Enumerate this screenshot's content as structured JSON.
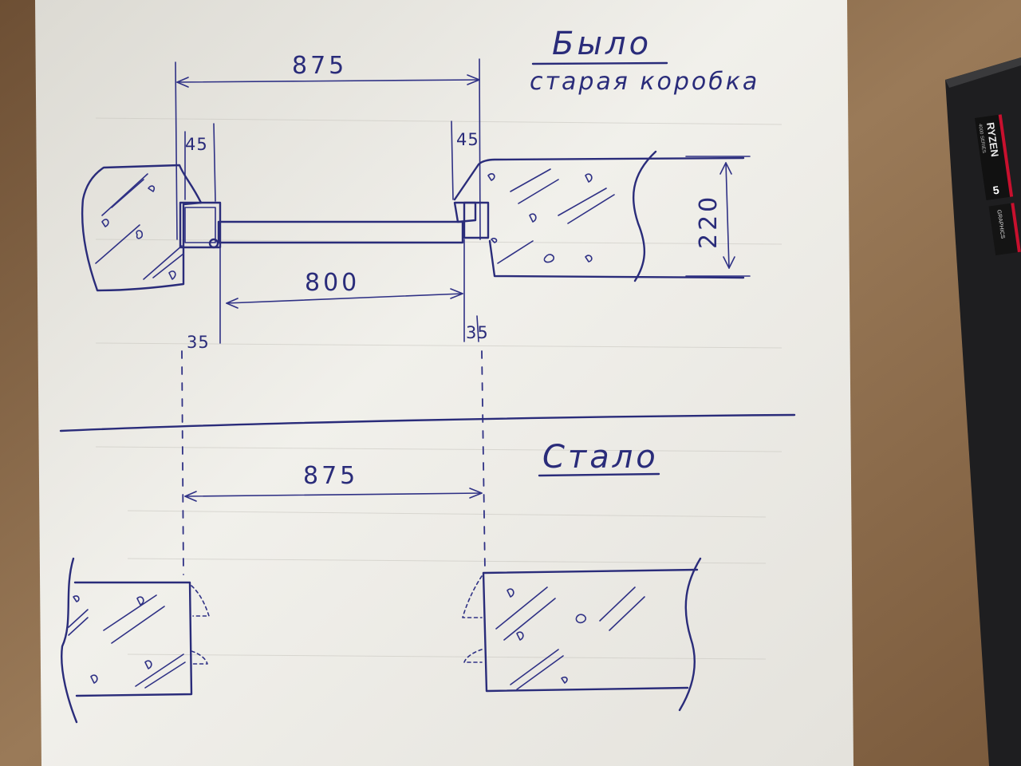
{
  "before": {
    "title": "Было",
    "subtitle": "старая коробка",
    "overall_width": "875",
    "left_frame_width": "45",
    "right_frame_width": "45",
    "door_width": "800",
    "left_casing": "35",
    "right_casing": "35",
    "wall_thickness": "220"
  },
  "after": {
    "title": "Стало",
    "overall_width": "875"
  },
  "laptop": {
    "sticker_brand": "RYZEN",
    "sticker_series": "4000 SERIES",
    "sticker_number": "5",
    "sticker_graphics": "GRAPHICS"
  },
  "colors": {
    "ink": "#2a2c7a",
    "paper": "#f2f1ec",
    "desk": "#8a6a4a"
  }
}
